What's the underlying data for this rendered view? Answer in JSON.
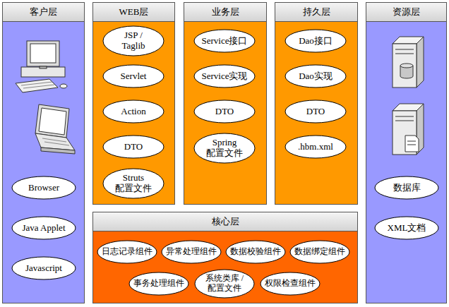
{
  "diagram": {
    "nodes": [
      {
        "text": [
          "客户层"
        ]
      },
      {
        "text": [
          "Browser"
        ],
        "in": 0
      },
      {
        "text": [
          "Java Applet"
        ],
        "in": 0
      },
      {
        "text": [
          "Javascript"
        ],
        "in": 0
      },
      {
        "text": [
          "WEB层"
        ]
      },
      {
        "text": [
          "JSP / Taglib"
        ],
        "in": 4
      },
      {
        "text": [
          "Servlet"
        ],
        "in": 4
      },
      {
        "text": [
          "Action"
        ],
        "in": 4
      },
      {
        "text": [
          "DTO"
        ],
        "in": 4
      },
      {
        "text": [
          "Struts 配置文件"
        ],
        "in": 4
      },
      {
        "text": [
          "业务层"
        ]
      },
      {
        "text": [
          "Service接口"
        ],
        "in": 10
      },
      {
        "text": [
          "Service实现"
        ],
        "in": 10
      },
      {
        "text": [
          "DTO"
        ],
        "in": 10
      },
      {
        "text": [
          "Spring 配置文件"
        ],
        "in": 10
      },
      {
        "text": [
          "持久层"
        ]
      },
      {
        "text": [
          "Dao接口"
        ],
        "in": 15
      },
      {
        "text": [
          "Dao实现"
        ],
        "in": 15
      },
      {
        "text": [
          "DTO"
        ],
        "in": 15
      },
      {
        "text": [
          ".hbm.xml"
        ],
        "in": 15
      },
      {
        "text": [
          "资源层"
        ]
      },
      {
        "text": [
          "数据库"
        ],
        "in": 20
      },
      {
        "text": [
          "XML文档"
        ],
        "in": 20
      },
      {
        "text": [
          "核心层"
        ]
      },
      {
        "text": [
          "日志记录组件"
        ],
        "in": 23
      },
      {
        "text": [
          "异常处理组件"
        ],
        "in": 23
      },
      {
        "text": [
          "数据校验组件"
        ],
        "in": 23
      },
      {
        "text": [
          "数据绑定组件"
        ],
        "in": 23
      },
      {
        "text": [
          "事务处理组件"
        ],
        "in": 23
      },
      {
        "text": [
          "系统类库 / 配置文件"
        ],
        "in": 23
      },
      {
        "text": [
          "权限检查组件"
        ],
        "in": 23
      }
    ]
  }
}
